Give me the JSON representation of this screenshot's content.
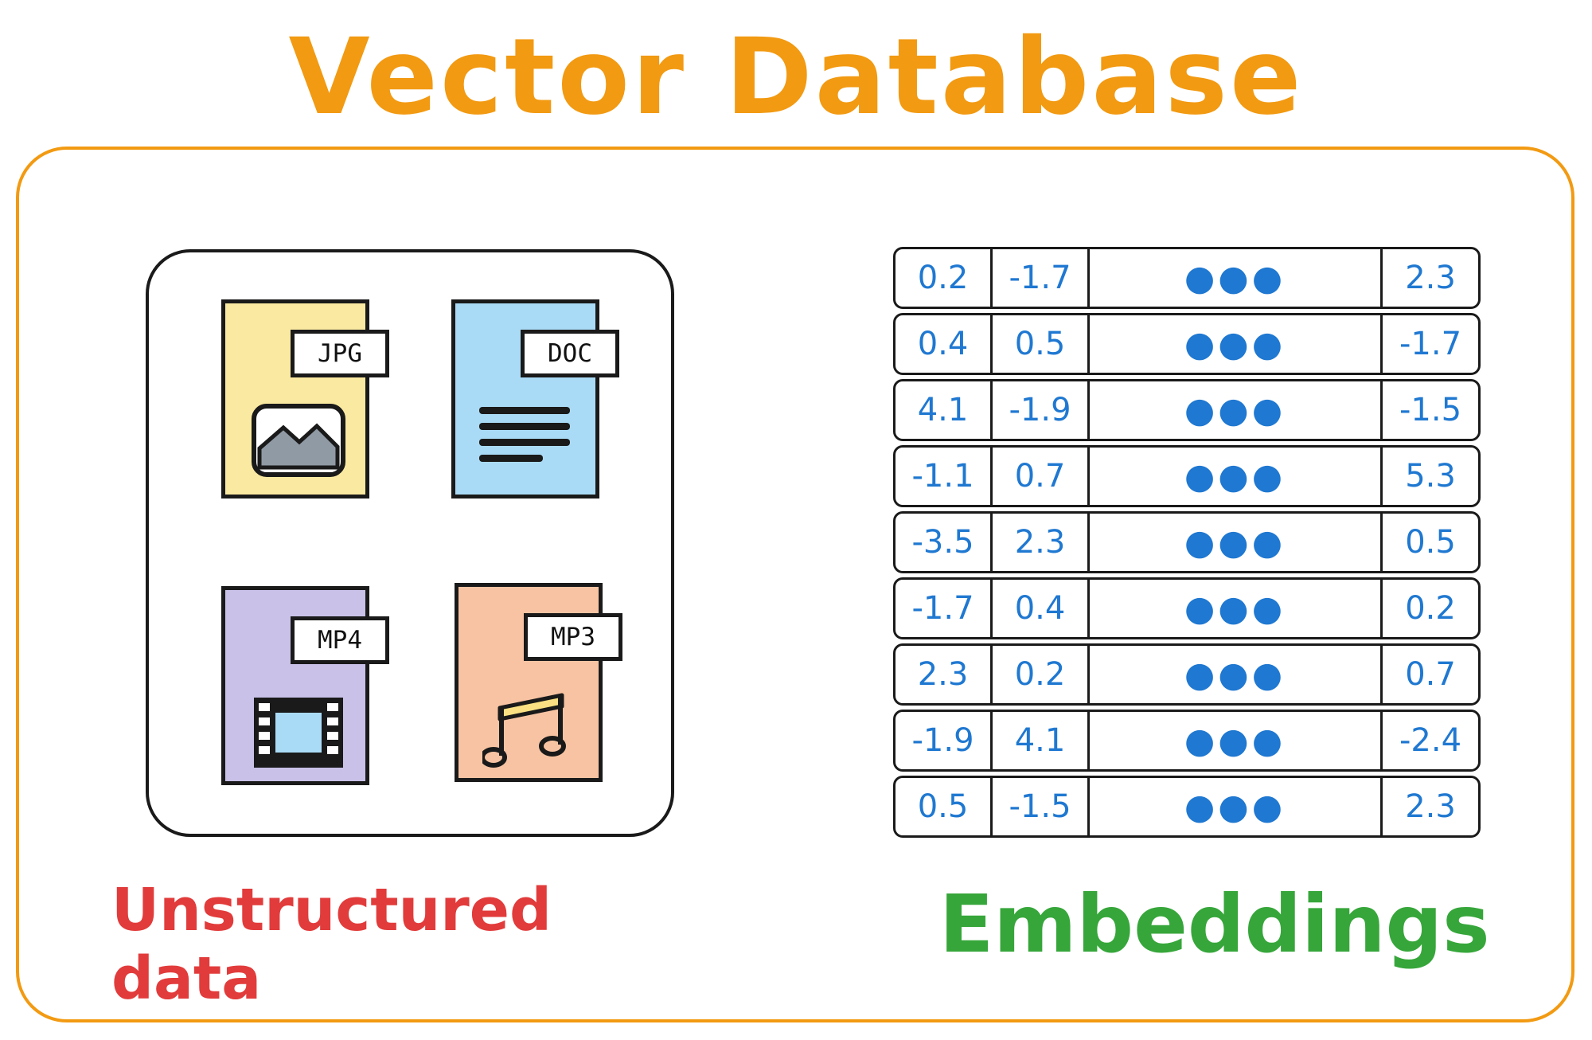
{
  "title": "Vector Database",
  "files": [
    {
      "tag": "JPG",
      "icon": "image-icon",
      "color": "#fae9a0"
    },
    {
      "tag": "DOC",
      "icon": "document-lines-icon",
      "color": "#aadbf6"
    },
    {
      "tag": "MP4",
      "icon": "film-icon",
      "color": "#c9c1e8"
    },
    {
      "tag": "MP3",
      "icon": "music-note-icon",
      "color": "#f8c3a2"
    }
  ],
  "unstructured_label": "Unstructured data",
  "embeddings_label": "Embeddings",
  "embeddings": {
    "ellipsis": "●●●",
    "rows": [
      [
        "0.2",
        "-1.7",
        "2.3"
      ],
      [
        "0.4",
        "0.5",
        "-1.7"
      ],
      [
        "4.1",
        "-1.9",
        "-1.5"
      ],
      [
        "-1.1",
        "0.7",
        "5.3"
      ],
      [
        "-3.5",
        "2.3",
        "0.5"
      ],
      [
        "-1.7",
        "0.4",
        "0.2"
      ],
      [
        "2.3",
        "0.2",
        "0.7"
      ],
      [
        "-1.9",
        "4.1",
        "-2.4"
      ],
      [
        "0.5",
        "-1.5",
        "2.3"
      ]
    ]
  },
  "colors": {
    "title": "#f29a12",
    "unstructured_label": "#e23b3b",
    "embeddings_label": "#36a63a",
    "numbers": "#1f78d1"
  }
}
